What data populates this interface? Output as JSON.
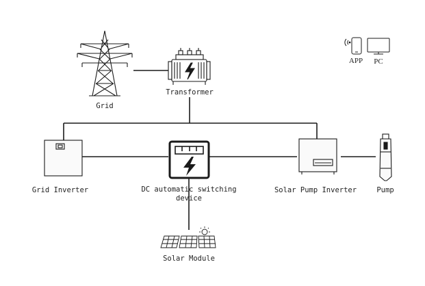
{
  "labels": {
    "grid": "Grid",
    "transformer": "Transformer",
    "grid_inverter": "Grid Inverter",
    "dc_switch_line1": "DC automatic switching",
    "dc_switch_line2": "device",
    "solar_pump_inverter": "Solar Pump Inverter",
    "pump": "Pump",
    "solar_module": "Solar Module",
    "app": "APP",
    "pc": "PC"
  },
  "icons": {
    "grid": "power-tower-icon",
    "transformer": "transformer-icon",
    "grid_inverter": "inverter-icon",
    "dc_switch": "switching-device-icon",
    "solar_pump_inverter": "pump-inverter-icon",
    "pump": "submersible-pump-icon",
    "solar_module": "solar-panel-icon",
    "app": "smartphone-icon",
    "pc": "monitor-icon"
  },
  "colors": {
    "line": "#1a1a1a",
    "fill_light": "#f3f3f3"
  }
}
